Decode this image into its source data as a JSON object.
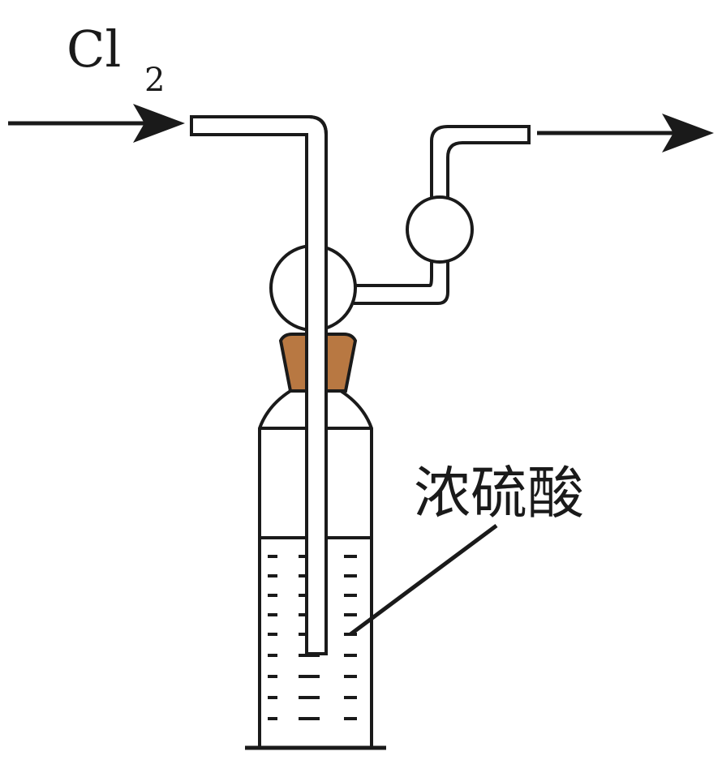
{
  "gas_inlet": {
    "formula": "Cl",
    "subscript": "2"
  },
  "reagent_label": "浓硫酸",
  "colors": {
    "line": "#1a1a1a",
    "stopper": "#b87842",
    "background": "#ffffff"
  }
}
